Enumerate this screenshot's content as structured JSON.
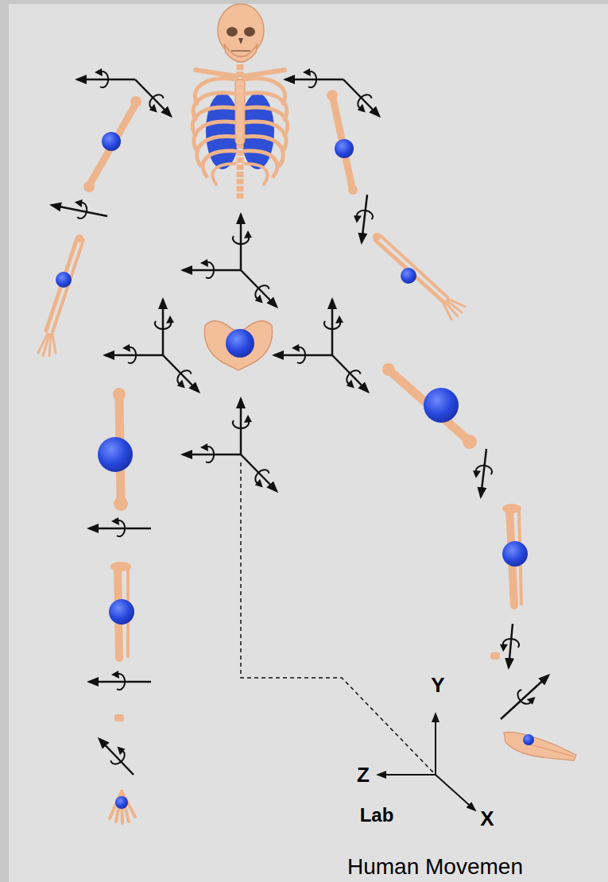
{
  "diagram": {
    "labels": [
      "Y",
      "Z",
      "X",
      "Lab",
      "Human Movemen"
    ]
  }
}
